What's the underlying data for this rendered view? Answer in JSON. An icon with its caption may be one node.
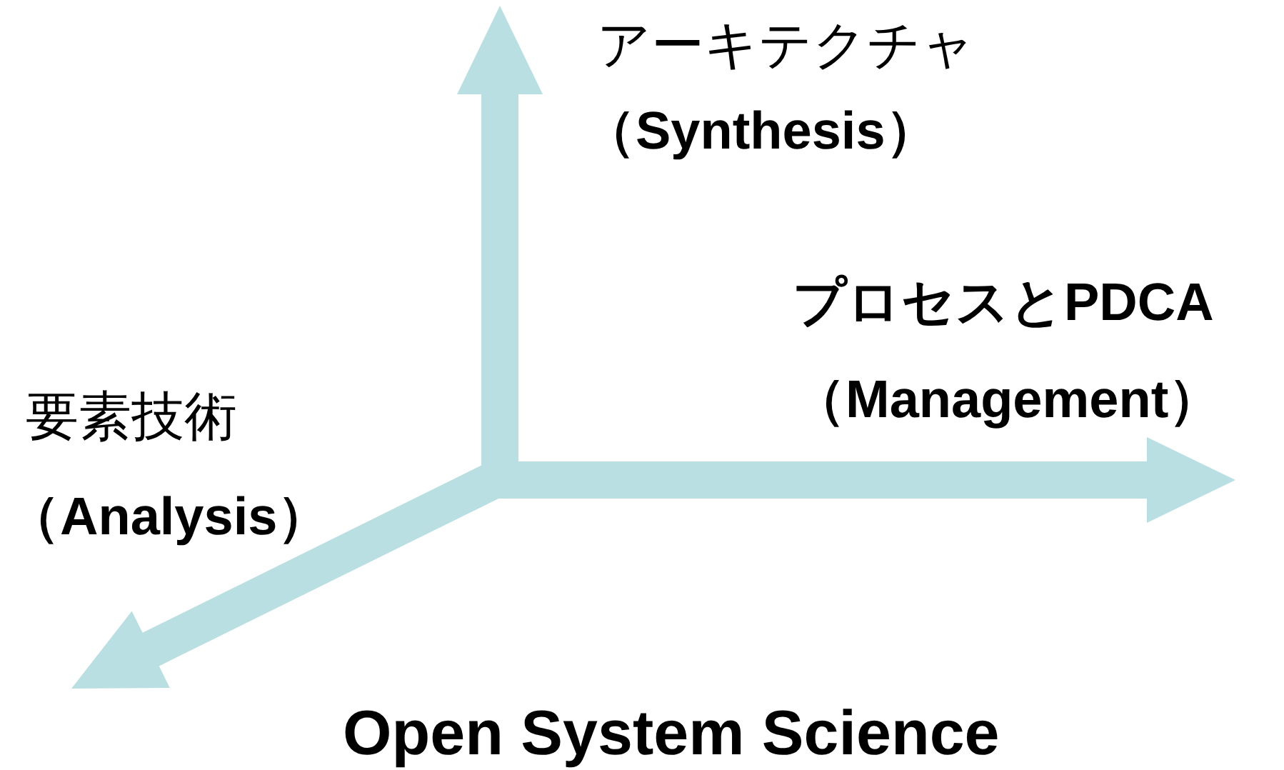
{
  "diagram": {
    "labels": [
      "アーキテクチャ",
      "（Synthesis）",
      "プロセスとPDCA",
      "要素技術",
      "（Management）",
      "（Analysis）",
      "Open System Science"
    ]
  }
}
